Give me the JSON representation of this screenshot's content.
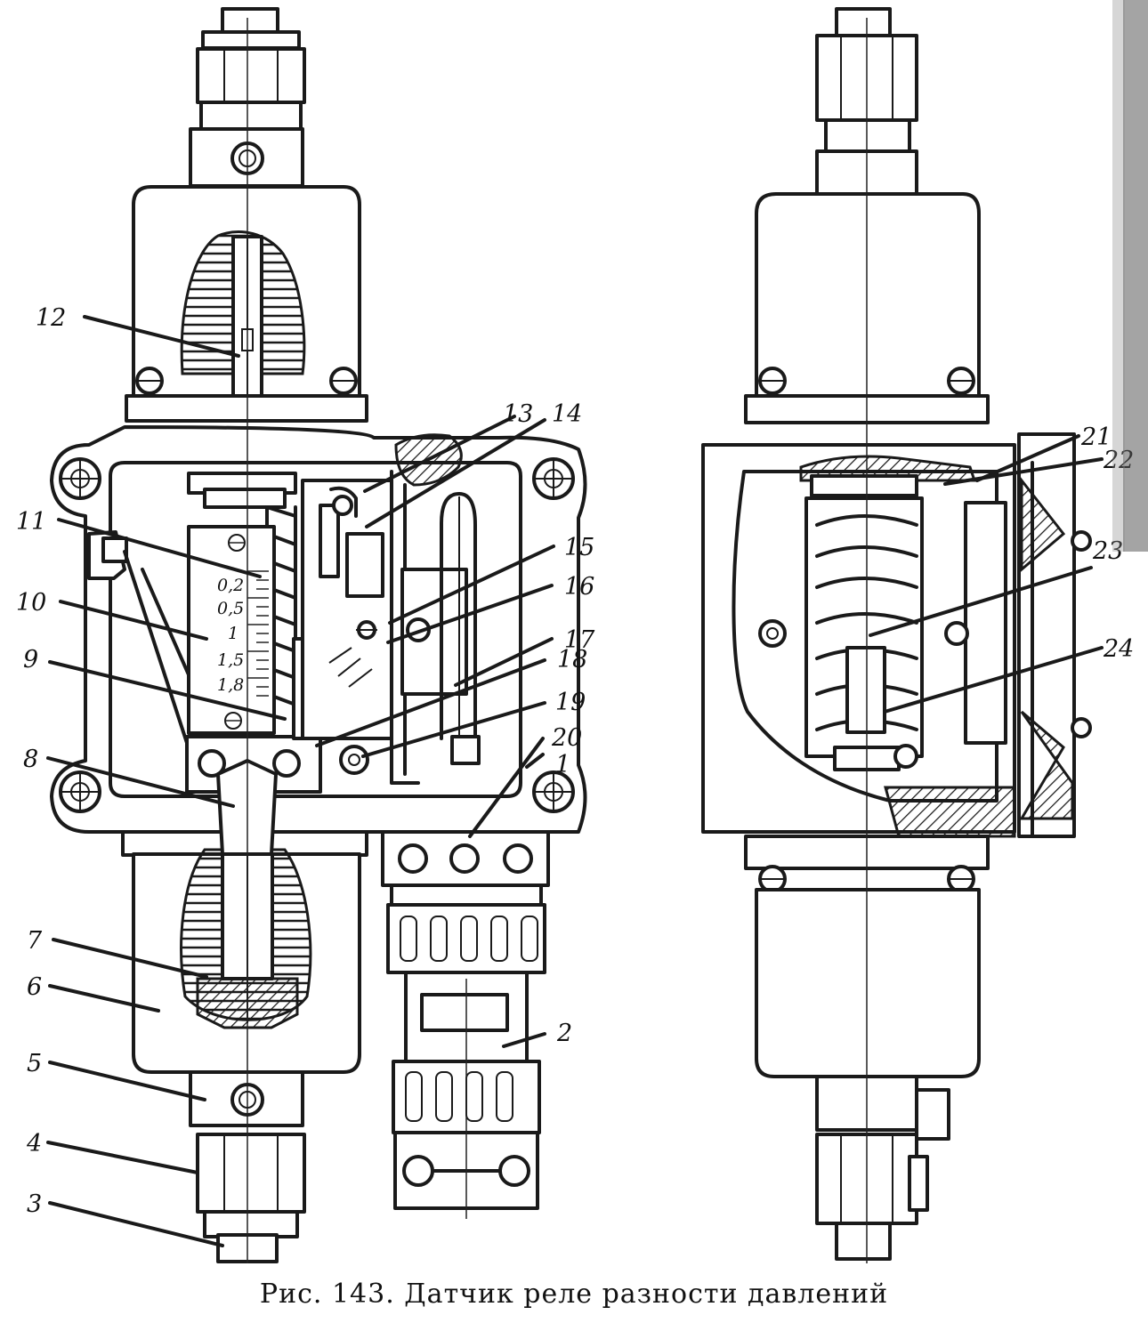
{
  "caption": "Рис. 143. Датчик реле разности давлений",
  "scale_marks": [
    "0,2",
    "0,5",
    "1",
    "1,5",
    "1,8"
  ],
  "callouts": [
    {
      "n": "1"
    },
    {
      "n": "2"
    },
    {
      "n": "3"
    },
    {
      "n": "4"
    },
    {
      "n": "5"
    },
    {
      "n": "6"
    },
    {
      "n": "7"
    },
    {
      "n": "8"
    },
    {
      "n": "9"
    },
    {
      "n": "10"
    },
    {
      "n": "11"
    },
    {
      "n": "12"
    },
    {
      "n": "13"
    },
    {
      "n": "14"
    },
    {
      "n": "15"
    },
    {
      "n": "16"
    },
    {
      "n": "17"
    },
    {
      "n": "18"
    },
    {
      "n": "19"
    },
    {
      "n": "20"
    },
    {
      "n": "21"
    },
    {
      "n": "22"
    },
    {
      "n": "23"
    },
    {
      "n": "24"
    }
  ]
}
